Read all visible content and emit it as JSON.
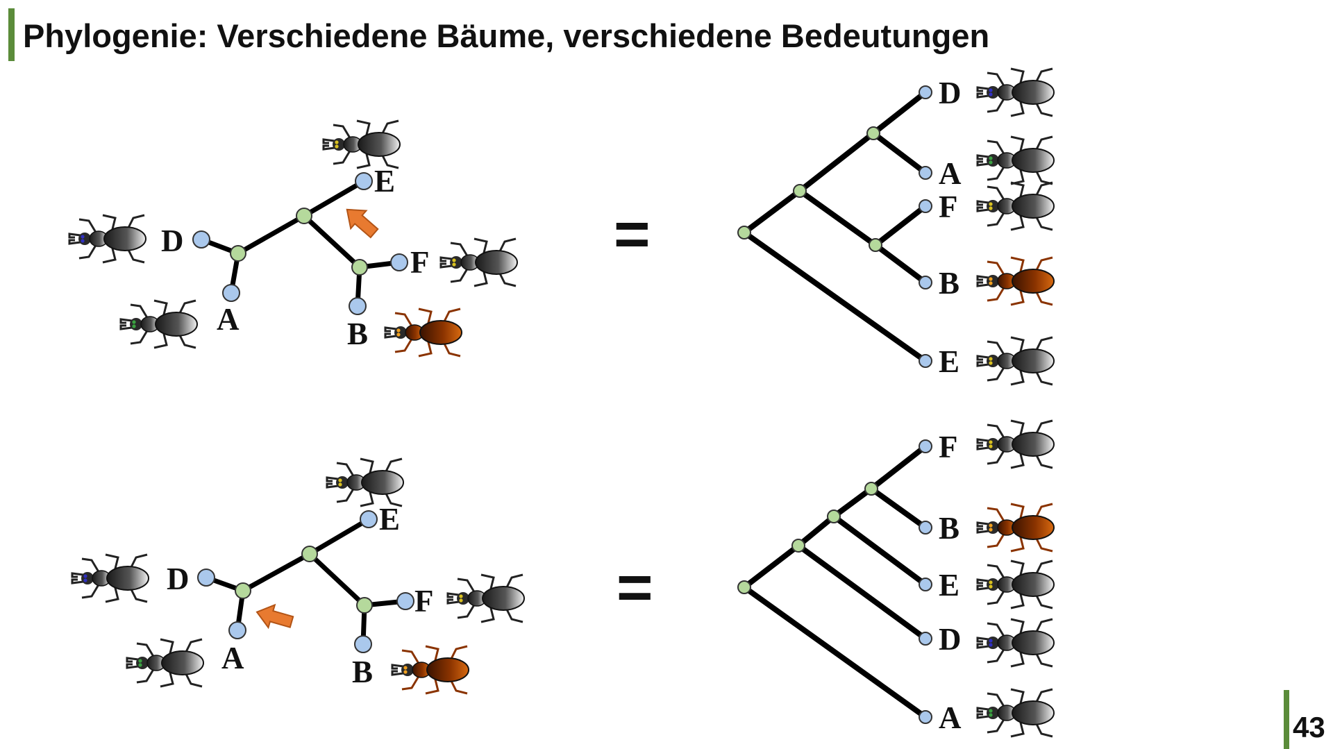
{
  "title": "Phylogenie: Verschiedene Bäume, verschiedene Bedeutungen",
  "page_number": "43",
  "equals_sign": "=",
  "colors": {
    "accent_bar": "#5b8c3a",
    "internal_node": "#b5d99c",
    "leaf_node": "#aac8ec",
    "arrow": "#e87a30",
    "branch": "#000000"
  },
  "upper_diagram": {
    "unrooted_labels": {
      "D": "D",
      "A": "A",
      "E": "E",
      "F": "F",
      "B": "B"
    },
    "rooted_tip_order": [
      "D",
      "A",
      "F",
      "B",
      "E"
    ]
  },
  "lower_diagram": {
    "unrooted_labels": {
      "D": "D",
      "A": "A",
      "E": "E",
      "F": "F",
      "B": "B"
    },
    "rooted_tip_order": [
      "F",
      "B",
      "E",
      "D",
      "A"
    ]
  },
  "beetle_types": {
    "D": "dark-beetle-blue-head",
    "A": "dark-beetle-green-head",
    "E": "dark-beetle-yellow-head",
    "F": "dark-beetle-yellow-head",
    "B": "brown-beetle-orange-head"
  }
}
